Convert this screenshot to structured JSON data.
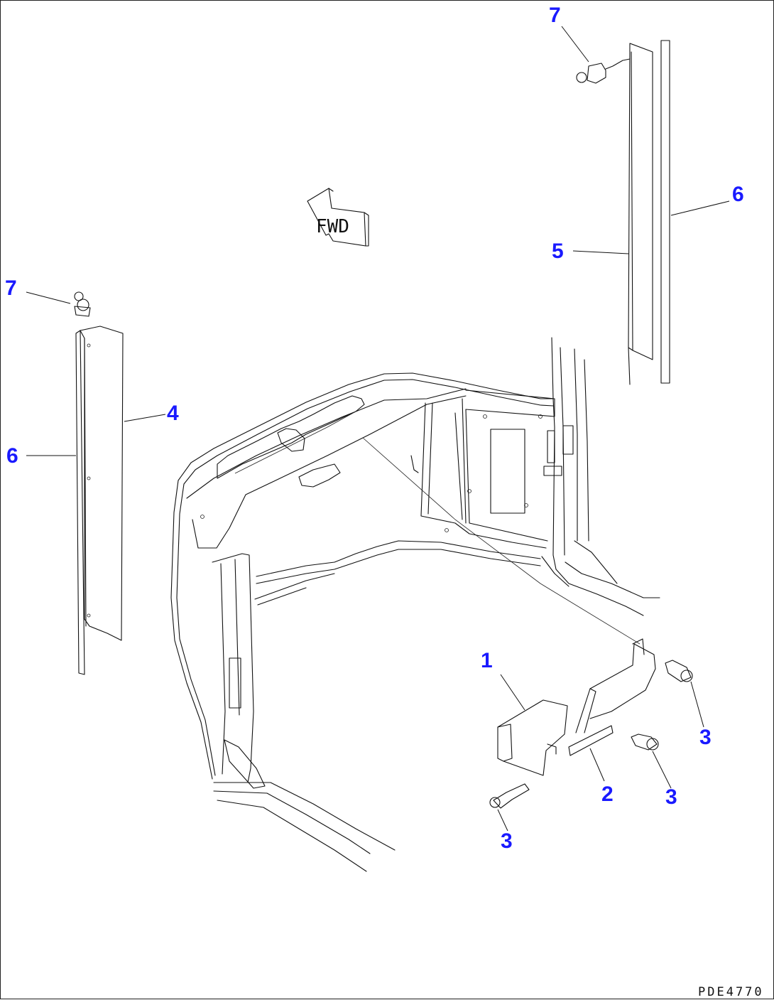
{
  "direction_marker": {
    "text": "FWD"
  },
  "drawing_code": "PDE4770",
  "callouts": [
    {
      "id": "c7a",
      "label": "7"
    },
    {
      "id": "c6a",
      "label": "6"
    },
    {
      "id": "c5",
      "label": "5"
    },
    {
      "id": "c7b",
      "label": "7"
    },
    {
      "id": "c4",
      "label": "4"
    },
    {
      "id": "c6b",
      "label": "6"
    },
    {
      "id": "c1",
      "label": "1"
    },
    {
      "id": "c3a",
      "label": "3"
    },
    {
      "id": "c2",
      "label": "2"
    },
    {
      "id": "c3b",
      "label": "3"
    },
    {
      "id": "c3c",
      "label": "3"
    }
  ],
  "colors": {
    "callout": "#1a1aff",
    "line": "#111111"
  }
}
